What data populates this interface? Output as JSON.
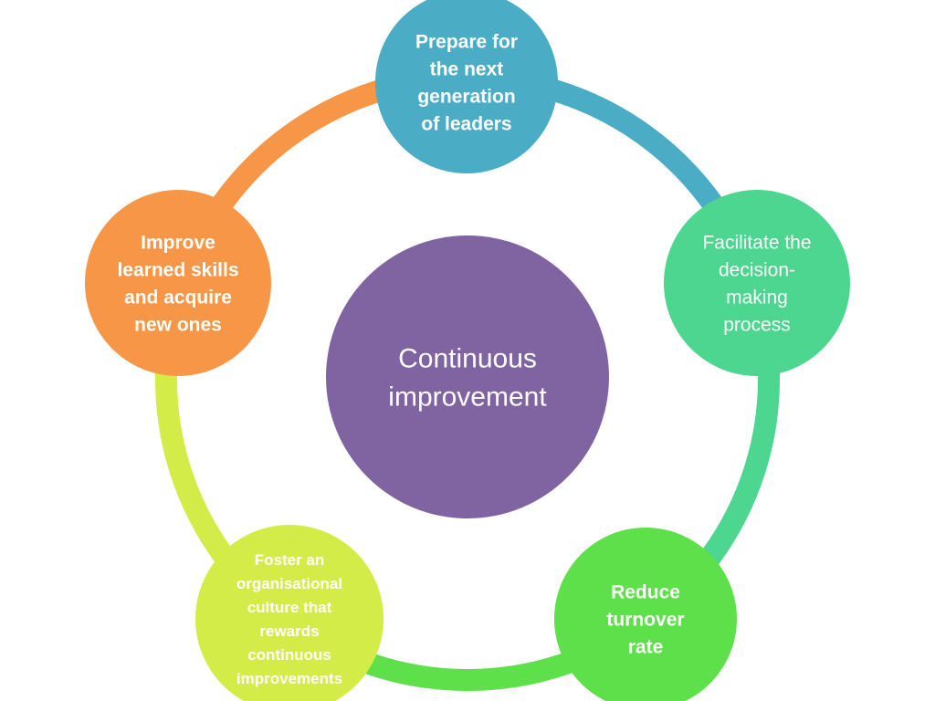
{
  "diagram": {
    "center": {
      "lines": [
        "Continuous",
        "improvement"
      ],
      "color": "#8064a2"
    },
    "nodes": [
      {
        "id": "leaders",
        "lines": [
          "Prepare for",
          "the next",
          "generation",
          "of leaders"
        ],
        "color": "#4bacc6",
        "bold": true
      },
      {
        "id": "decision",
        "lines": [
          "Facilitate the",
          "decision-",
          "making",
          "process"
        ],
        "color": "#4cd68f",
        "bold": false
      },
      {
        "id": "turnover",
        "lines": [
          "Reduce",
          "turnover",
          "rate"
        ],
        "color": "#5ee04a",
        "bold": true
      },
      {
        "id": "culture",
        "lines": [
          "Foster an",
          "organisational",
          "culture that",
          "rewards",
          "continuous",
          "improvements"
        ],
        "color": "#d4ec48",
        "bold": true
      },
      {
        "id": "skills",
        "lines": [
          "Improve",
          "learned skills",
          "and acquire",
          "new ones"
        ],
        "color": "#f79646",
        "bold": true
      }
    ]
  }
}
